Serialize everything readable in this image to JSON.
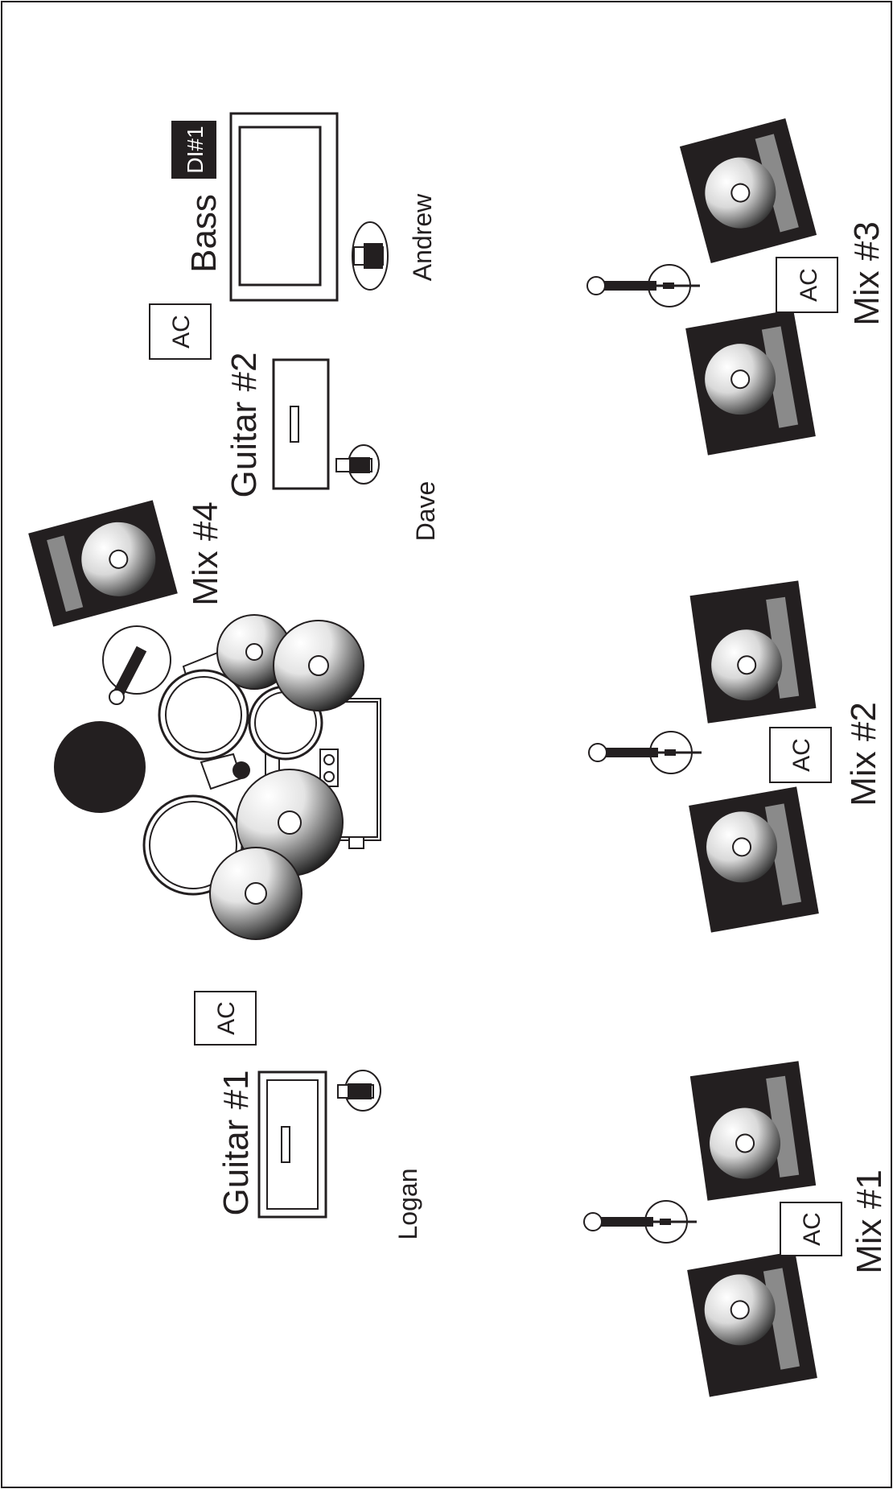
{
  "labels": {
    "bass": "Bass",
    "di": "DI#1",
    "andrew": "Andrew",
    "guitar2": "Guitar #2",
    "dave": "Dave",
    "mix4": "Mix #4",
    "mix3": "Mix #3",
    "mix2": "Mix #2",
    "mix1": "Mix #1",
    "guitar1": "Guitar #1",
    "logan": "Logan",
    "ac": "AC"
  },
  "colors": {
    "ink": "#231f20",
    "monitor_body": "#231f20",
    "monitor_grille": "#8a8a8a",
    "background": "#ffffff"
  },
  "icons": {
    "monitor": "stage-monitor-wedge-icon",
    "mic": "microphone-on-stand-icon",
    "ac": "ac-power-outlet-icon",
    "amp": "amplifier-cabinet-icon",
    "pedal": "effects-pedal-icon",
    "drums": "drum-kit-icon",
    "cymbal": "cymbal-icon",
    "kick_drum": "bass-drum-icon"
  }
}
